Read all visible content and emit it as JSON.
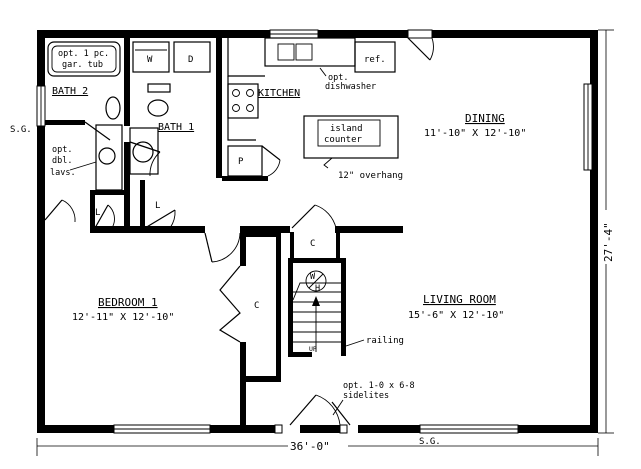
{
  "rooms": {
    "bath2": "BATH 2",
    "bath1": "BATH 1",
    "kitchen": "KITCHEN",
    "dining": "DINING",
    "dining_size": "11'-10\" X 12'-10\"",
    "bedroom": "BEDROOM 1",
    "bedroom_size": "12'-11\" X 12'-10\"",
    "living": "LIVING ROOM",
    "living_size": "15'-6\" X 12'-10\""
  },
  "fixtures": {
    "garden_tub_line1": "opt. 1 pc.",
    "garden_tub_line2": "gar. tub",
    "washer": "W",
    "dryer": "D",
    "refrigerator": "ref.",
    "pantry": "P",
    "linen_1": "L",
    "linen_2": "L",
    "closet_hall": "C",
    "closet_bedroom": "C",
    "water_heater_top": "W",
    "water_heater_bottom": "H",
    "island_line1": "island",
    "island_line2": "counter",
    "stair_up": "UP"
  },
  "notes": {
    "dishwasher_line1": "opt.",
    "dishwasher_line2": "dishwasher",
    "lavs_line1": "opt.",
    "lavs_line2": "dbl.",
    "lavs_line3": "lavs.",
    "overhang": "12\" overhang",
    "railing": "railing",
    "sidelites_line1": "opt. 1-0 x 6-8",
    "sidelites_line2": "sidelites",
    "sliding_glass_left": "S.G.",
    "sliding_glass_bottom": "S.G."
  },
  "dimensions": {
    "width": "36'-0\"",
    "depth": "27'-4\""
  }
}
